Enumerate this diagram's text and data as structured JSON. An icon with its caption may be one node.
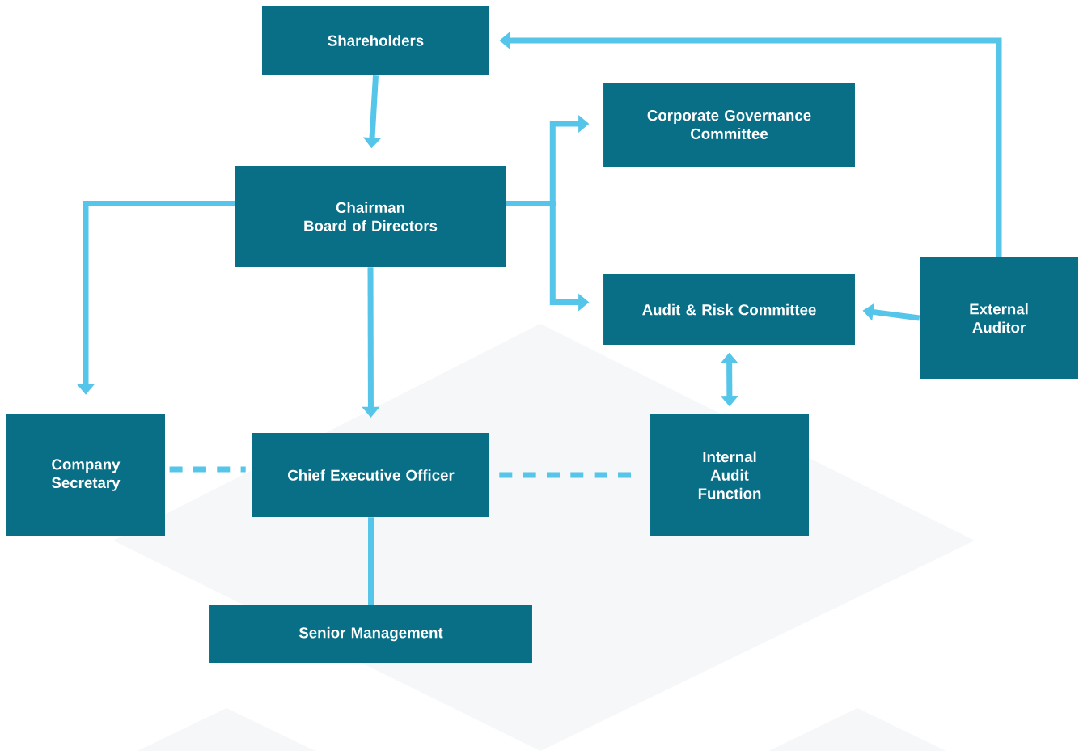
{
  "diagram": {
    "nodes": [
      {
        "text": [
          "Shareholders"
        ]
      },
      {
        "text": [
          "Chairman",
          "Board of Directors"
        ]
      },
      {
        "text": [
          "Corporate Governance Committee"
        ]
      },
      {
        "text": [
          "Audit & Risk Committee"
        ]
      },
      {
        "text": [
          "External Auditor"
        ]
      },
      {
        "text": [
          "Company Secretary"
        ]
      },
      {
        "text": [
          "Chief Executive Officer"
        ]
      },
      {
        "text": [
          "Internal Audit Function"
        ]
      },
      {
        "text": [
          "Senior Management"
        ]
      }
    ],
    "edges": [
      {
        "from": 0,
        "to": 1,
        "arrow": "to"
      },
      {
        "from": 1,
        "to": 5,
        "arrow": "to"
      },
      {
        "from": 1,
        "to": 6,
        "arrow": "to"
      },
      {
        "from": 1,
        "to": 2,
        "arrow": "to"
      },
      {
        "from": 1,
        "to": 3,
        "arrow": "to"
      },
      {
        "from": 4,
        "to": 0,
        "arrow": "to"
      },
      {
        "from": 4,
        "to": 3,
        "arrow": "to"
      },
      {
        "from": 3,
        "to": 7,
        "arrow": "both"
      },
      {
        "from": 5,
        "to": 6,
        "arrow": "none",
        "style": "dashed"
      },
      {
        "from": 6,
        "to": 7,
        "arrow": "none",
        "style": "dashed"
      },
      {
        "from": 6,
        "to": 8,
        "arrow": "none"
      }
    ]
  }
}
